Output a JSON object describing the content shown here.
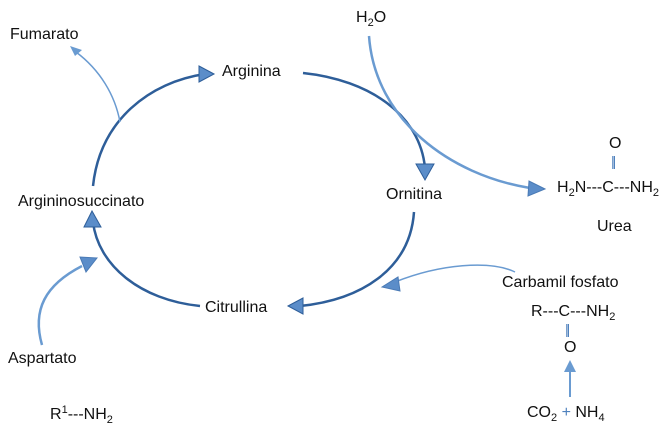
{
  "cycle": {
    "arginina": "Arginina",
    "ornitina": "Ornitina",
    "citrullina": "Citrullina",
    "argininosuccinato": "Argininosuccinato"
  },
  "fumarato": "Fumarato",
  "water": {
    "base": "H",
    "sub": "2",
    "tail": "O"
  },
  "urea": {
    "oxygen": "O",
    "double_bond": "||",
    "formula": {
      "p1": "H",
      "s1": "2",
      "p2": "N---C---NH",
      "s2": "2"
    },
    "name": "Urea"
  },
  "carbamil": {
    "name": "Carbamil fosfato",
    "formula": {
      "p1": "R---C---NH",
      "s1": "2"
    },
    "double_bond": "||",
    "oxygen": "O"
  },
  "reactants": {
    "co2": {
      "base": "CO",
      "sub": "2"
    },
    "plus": "+",
    "nh4": {
      "base": "NH",
      "sub": "4"
    }
  },
  "aspartato": {
    "name": "Aspartato",
    "formula": {
      "p1": "R",
      "sup": "1",
      "p2": "---NH",
      "s2": "2"
    }
  },
  "colors": {
    "cycle_dark": "#2e5e99",
    "side_light": "#6a9bd1",
    "arrowhead": "#5b8dc9"
  }
}
